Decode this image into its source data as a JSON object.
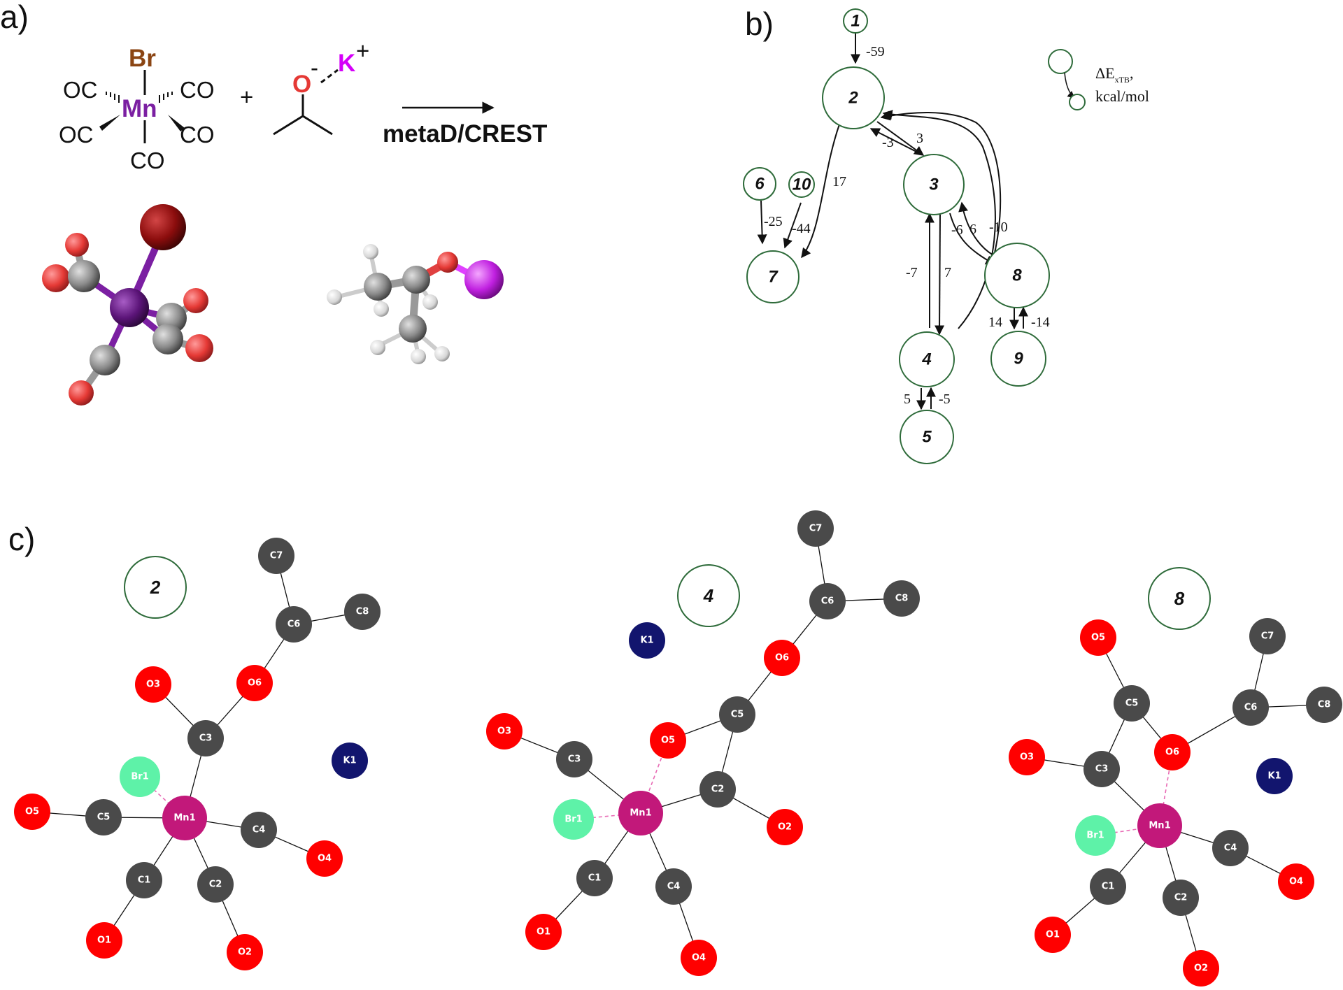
{
  "panels": {
    "a": "a)",
    "b": "b)",
    "c": "c)"
  },
  "panel_a": {
    "complex_center": "Mn",
    "complex_top": "Br",
    "co_ligand": "CO",
    "oc_ligand": "OC",
    "plus": "+",
    "alkoxide_oxygen": "O",
    "alkoxide_charge": "-",
    "counter_ion": "K",
    "counter_ion_charge": "+",
    "arrow_caption": "metaD/CREST",
    "colors": {
      "br": "#8B4513",
      "mn": "#7B1FA2",
      "o": "#E53935",
      "k": "#D500F9"
    }
  },
  "panel_b": {
    "nodes": [
      {
        "id": "1",
        "label": "1"
      },
      {
        "id": "2",
        "label": "2"
      },
      {
        "id": "3",
        "label": "3"
      },
      {
        "id": "4",
        "label": "4"
      },
      {
        "id": "5",
        "label": "5"
      },
      {
        "id": "6",
        "label": "6"
      },
      {
        "id": "7",
        "label": "7"
      },
      {
        "id": "8",
        "label": "8"
      },
      {
        "id": "9",
        "label": "9"
      },
      {
        "id": "10",
        "label": "10"
      }
    ],
    "edge_labels": [
      "-59",
      "17",
      "-3",
      "3",
      "-25",
      "-44",
      "-6",
      "6",
      "-10",
      "-7",
      "7",
      "14",
      "-14",
      "5",
      "-5"
    ],
    "legend": {
      "delta": "ΔE",
      "subscript": "xTB",
      "comma": ",",
      "unit": "kcal/mol"
    },
    "node_color": "#2E6B3A"
  },
  "panel_c": {
    "structures": [
      {
        "ring_label": "2",
        "atoms": [
          "C7",
          "C8",
          "C6",
          "O6",
          "O3",
          "C3",
          "Br1",
          "K1",
          "O5",
          "C5",
          "Mn1",
          "C4",
          "O4",
          "C1",
          "C2",
          "O1",
          "O2"
        ]
      },
      {
        "ring_label": "4",
        "atoms": [
          "C7",
          "C8",
          "C6",
          "K1",
          "O6",
          "C5",
          "O3",
          "O5",
          "C3",
          "C2",
          "Br1",
          "Mn1",
          "O2",
          "C1",
          "C4",
          "O1",
          "O4"
        ]
      },
      {
        "ring_label": "8",
        "atoms": [
          "O5",
          "C7",
          "C5",
          "C6",
          "C8",
          "O3",
          "C3",
          "O6",
          "K1",
          "Br1",
          "Mn1",
          "C4",
          "O4",
          "C1",
          "C2",
          "O1",
          "O2"
        ]
      }
    ],
    "colors": {
      "carbon": "#4A4A4A",
      "oxygen": "#FF0000",
      "manganese": "#C2187A",
      "bromine": "#5EF2A8",
      "potassium": "#12156E",
      "ring": "#2E6B3A",
      "dashed_bond": "#E86BB5"
    }
  }
}
